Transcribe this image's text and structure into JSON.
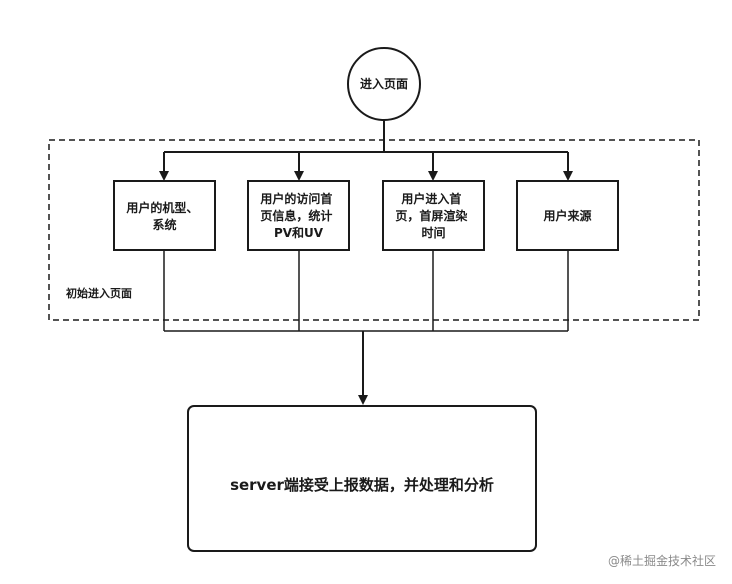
{
  "start_node": {
    "label": "进入页面"
  },
  "group": {
    "label": "初始进入页面"
  },
  "steps": [
    {
      "lines": [
        "用户的机型、",
        "系统"
      ]
    },
    {
      "lines": [
        "用户的访问首",
        "页信息，统计",
        "PV和UV"
      ]
    },
    {
      "lines": [
        "用户进入首",
        "页，首屏渲染",
        "时间"
      ]
    },
    {
      "lines": [
        "用户来源"
      ]
    }
  ],
  "server_node": {
    "label": "server端接受上报数据，并处理和分析"
  },
  "watermark": "@稀土掘金技术社区"
}
